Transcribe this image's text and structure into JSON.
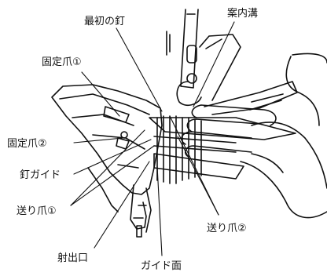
{
  "labels": {
    "first_nail": "最初の釘",
    "guide_groove": "案内溝",
    "fixing_claw_1": "固定爪①",
    "fixing_claw_2": "固定爪②",
    "nail_guide": "釘ガイド",
    "feed_claw_1": "送り爪①",
    "feed_claw_2": "送り爪②",
    "ejection_port": "射出口",
    "guide_face": "ガイド面"
  },
  "colors": {
    "line": "#111111",
    "background": "#ffffff"
  }
}
